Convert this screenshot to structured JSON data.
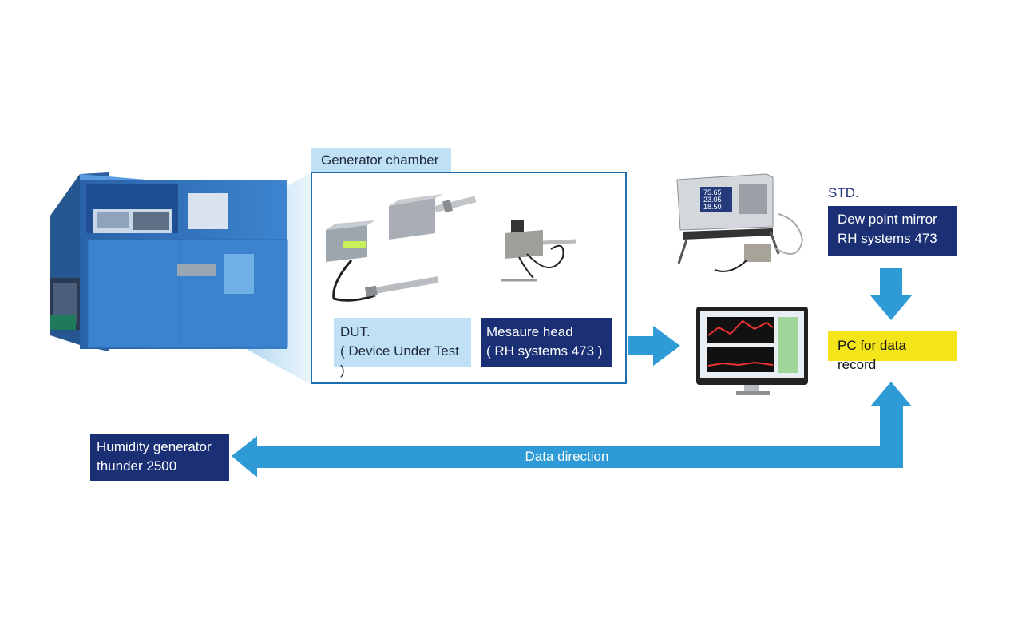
{
  "generator_chamber": {
    "title": "Generator chamber"
  },
  "dut": {
    "line1": "DUT.",
    "line2": "( Device Under Test )"
  },
  "measure_head": {
    "line1": "Mesaure head",
    "line2": "( RH systems 473 )"
  },
  "std": {
    "title": "STD.",
    "line1": "Dew point mirror",
    "line2": "RH systems 473"
  },
  "pc": {
    "label": "PC for data record"
  },
  "humidity_generator": {
    "line1": "Humidity generator",
    "line2": "thunder 2500"
  },
  "data_direction": {
    "label": "Data direction"
  },
  "instrument_display": {
    "value1": "75.65",
    "value2": "23.05",
    "value3": "18.50"
  },
  "colors": {
    "navy": "#1b2f75",
    "light_blue": "#bfe0f5",
    "yellow": "#f4e41a",
    "arrow": "#2e9bd6",
    "chamber_border": "#1e6fb0",
    "chamber_body": "#3a84cc"
  }
}
